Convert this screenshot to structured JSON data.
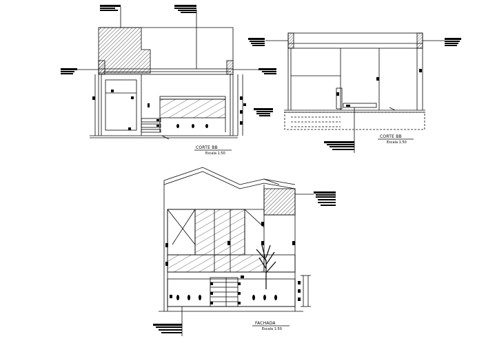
{
  "views": {
    "section_left": {
      "title": "CORTE BB",
      "scale": "Escala 1:50"
    },
    "section_right": {
      "title": "CORTE BB",
      "scale": "Escala 1:50"
    },
    "facade": {
      "title": "FACHADA",
      "scale": "Escala 1:50"
    }
  },
  "colors": {
    "ink": "#000000",
    "background": "#ffffff"
  }
}
